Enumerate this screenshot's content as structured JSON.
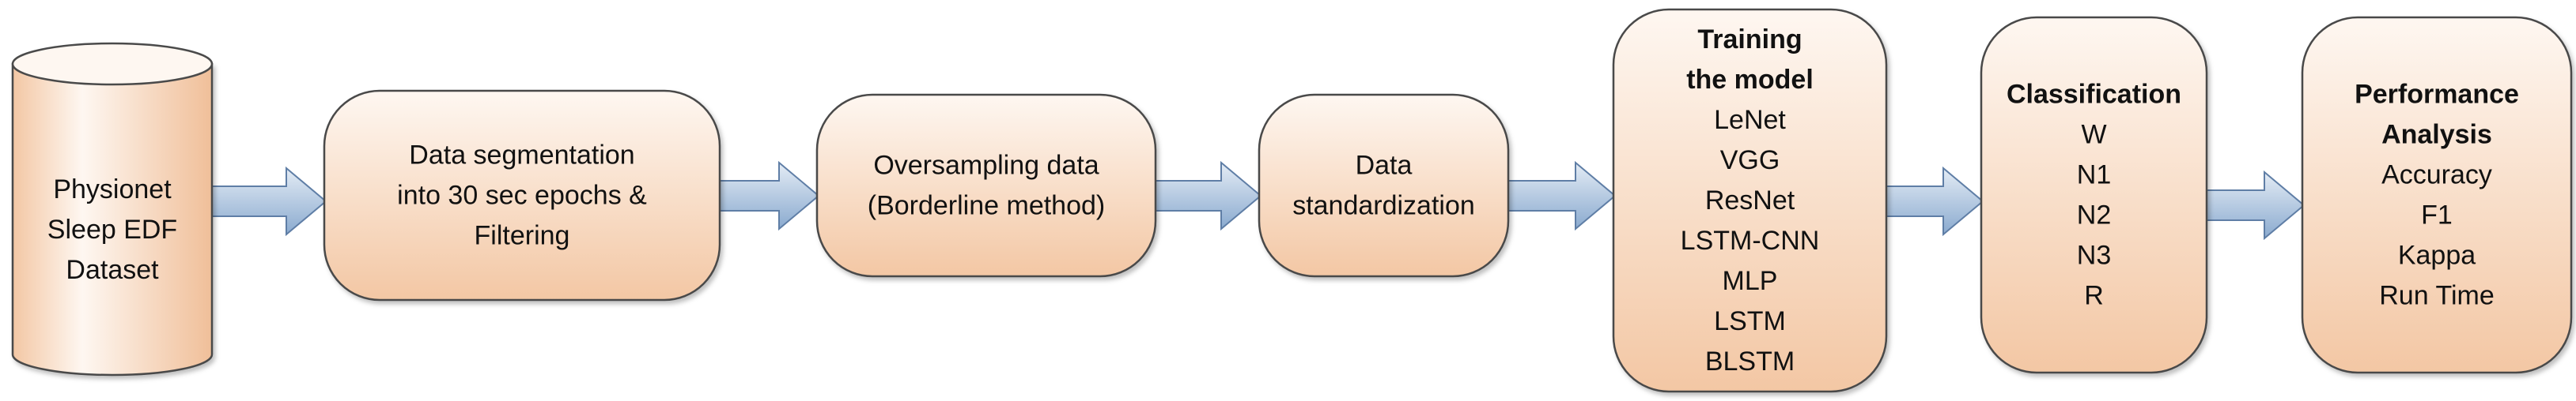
{
  "nodes": [
    {
      "id": "dataset",
      "shape": "cylinder",
      "title": [],
      "lines": [
        "Physionet",
        "Sleep EDF",
        "Dataset"
      ]
    },
    {
      "id": "segmentation",
      "shape": "rounded",
      "title": [],
      "lines": [
        "Data segmentation",
        "into 30 sec epochs &",
        "Filtering"
      ]
    },
    {
      "id": "oversampling",
      "shape": "rounded",
      "title": [],
      "lines": [
        "Oversampling data",
        "(Borderline method)"
      ]
    },
    {
      "id": "standardization",
      "shape": "rounded",
      "title": [],
      "lines": [
        "Data",
        "standardization"
      ]
    },
    {
      "id": "training",
      "shape": "rounded",
      "title": [
        "Training",
        "the model"
      ],
      "lines": [
        "LeNet",
        "VGG",
        "ResNet",
        "LSTM-CNN",
        "MLP",
        "LSTM",
        "BLSTM"
      ]
    },
    {
      "id": "classification",
      "shape": "rounded",
      "title": [
        "Classification"
      ],
      "lines": [
        "W",
        "N1",
        "N2",
        "N3",
        "R"
      ]
    },
    {
      "id": "performance",
      "shape": "rounded",
      "title": [
        "Performance",
        "Analysis"
      ],
      "lines": [
        "Accuracy",
        "F1",
        "Kappa",
        "Run Time"
      ]
    }
  ],
  "edges": [
    {
      "from": "dataset",
      "to": "segmentation"
    },
    {
      "from": "segmentation",
      "to": "oversampling"
    },
    {
      "from": "oversampling",
      "to": "standardization"
    },
    {
      "from": "standardization",
      "to": "training"
    },
    {
      "from": "training",
      "to": "classification"
    },
    {
      "from": "classification",
      "to": "performance"
    }
  ],
  "colors": {
    "box_top": "#fef7f1",
    "box_bottom": "#f3c7a4",
    "box_stroke": "#4a4a4a",
    "arrow_top": "#e4ecf5",
    "arrow_bottom": "#8aaacf",
    "arrow_stroke": "#5f7ea6"
  }
}
